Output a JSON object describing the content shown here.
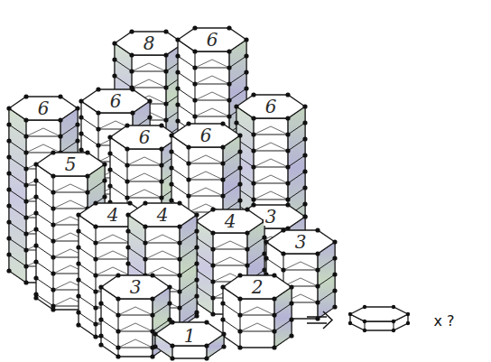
{
  "diagram": {
    "labels": [
      "8",
      "6",
      "6",
      "6",
      "6",
      "6",
      "6",
      "5",
      "4",
      "4",
      "4",
      "3",
      "3",
      "3",
      "2",
      "1",
      "x ?"
    ]
  }
}
